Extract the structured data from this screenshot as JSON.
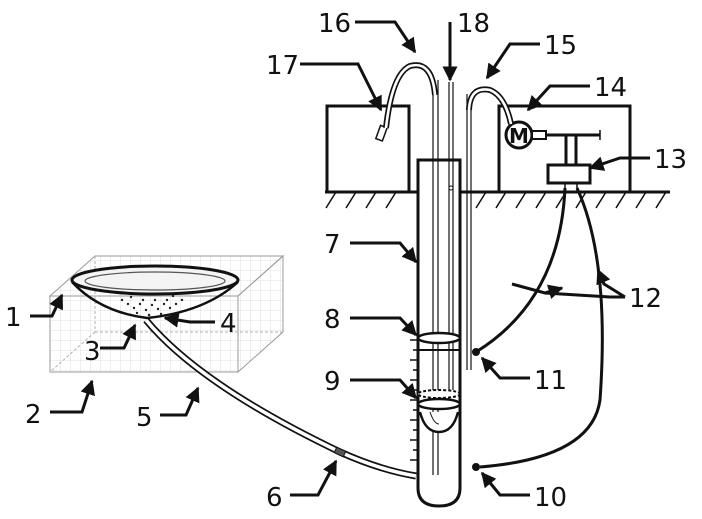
{
  "labels": {
    "l1": "1",
    "l2": "2",
    "l3": "3",
    "l4": "4",
    "l5": "5",
    "l6": "6",
    "l7": "7",
    "l8": "8",
    "l9": "9",
    "l10": "10",
    "l11": "11",
    "l12": "12",
    "l13": "13",
    "l14": "14",
    "l15": "15",
    "l16": "16",
    "l17": "17",
    "l18": "18"
  },
  "colors": {
    "ink": "#111111",
    "grid": "#b5b5b5"
  }
}
